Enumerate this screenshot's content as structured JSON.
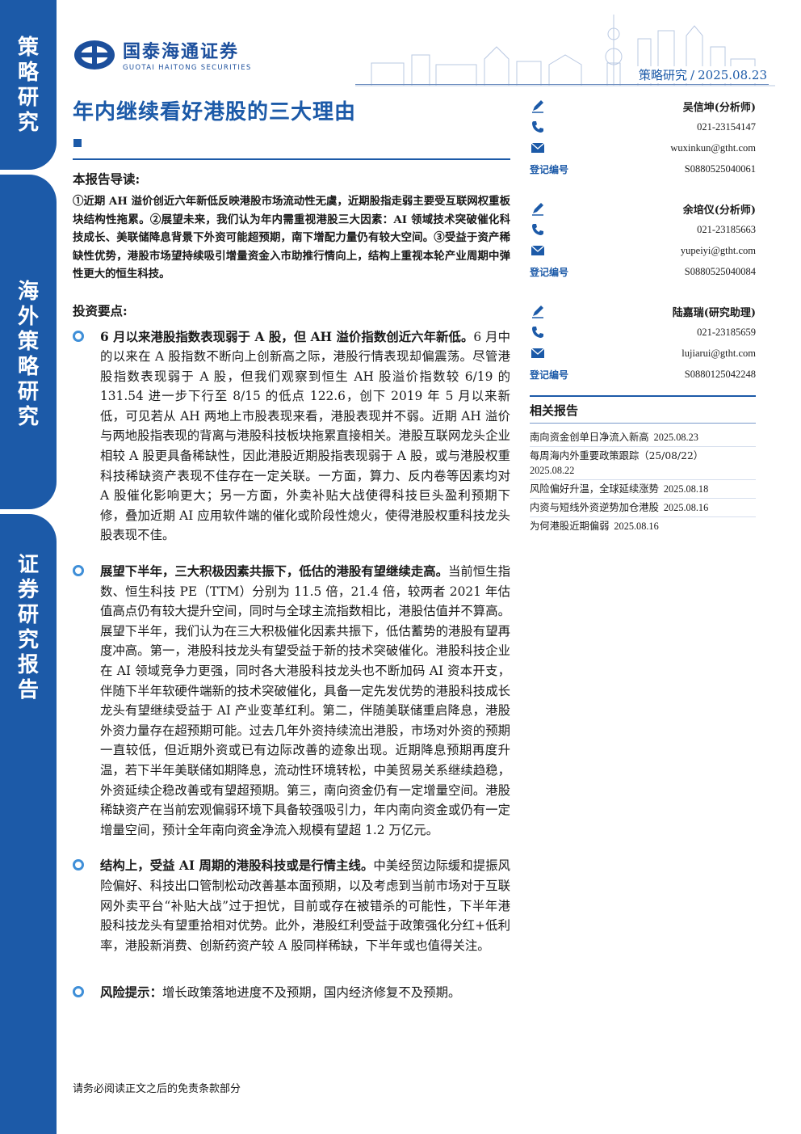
{
  "sidebar": {
    "tab1": "策略研究",
    "tab2": "海外策略研究",
    "tab3": "证券研究报告"
  },
  "logo": {
    "cn": "国泰海通证券",
    "en": "GUOTAI HAITONG SECURITIES"
  },
  "header": {
    "category": "策略研究",
    "date": "2025.08.23"
  },
  "title": "年内继续看好港股的三大理由",
  "intro": {
    "heading": "本报告导读:",
    "text": "①近期 AH 溢价创近六年新低反映港股市场流动性无虞，近期股指走弱主要受互联网权重板块结构性拖累。②展望未来，我们认为年内需重视港股三大因素：AI 领域技术突破催化科技成长、美联储降息背景下外资可能超预期，南下增配力量仍有较大空间。③受益于资产稀缺性优势，港股市场望持续吸引增量资金入市助推行情向上，结构上重视本轮产业周期中弹性更大的恒生科技。"
  },
  "investment": {
    "heading": "投资要点:",
    "points": [
      {
        "lead": "6 月以来港股指数表现弱于 A 股，但 AH 溢价指数创近六年新低。",
        "text": "6 月中的以来在 A 股指数不断向上创新高之际，港股行情表现却偏震荡。尽管港股指数表现弱于 A 股，但我们观察到恒生 AH 股溢价指数较 6/19 的 131.54 进一步下行至 8/15 的低点 122.6，创下 2019 年 5 月以来新低，可见若从 AH 两地上市股表现来看，港股表现并不弱。近期 AH 溢价与两地股指表现的背离与港股科技板块拖累直接相关。港股互联网龙头企业相较 A 股更具备稀缺性，因此港股近期股指表现弱于 A 股，或与港股权重科技稀缺资产表现不佳存在一定关联。一方面，算力、反内卷等因素均对 A 股催化影响更大；另一方面，外卖补贴大战使得科技巨头盈利预期下修，叠加近期 AI 应用软件端的催化或阶段性熄火，使得港股权重科技龙头股表现不佳。"
      },
      {
        "lead": "展望下半年，三大积极因素共振下，低估的港股有望继续走高。",
        "text": "当前恒生指数、恒生科技 PE（TTM）分别为 11.5 倍，21.4 倍，较两者 2021 年估值高点仍有较大提升空间，同时与全球主流指数相比，港股估值并不算高。展望下半年，我们认为在三大积极催化因素共振下，低估蓄势的港股有望再度冲高。第一，港股科技龙头有望受益于新的技术突破催化。港股科技企业在 AI 领域竞争力更强，同时各大港股科技龙头也不断加码 AI 资本开支，伴随下半年软硬件端新的技术突破催化，具备一定先发优势的港股科技成长龙头有望继续受益于 AI 产业变革红利。第二，伴随美联储重启降息，港股外资力量存在超预期可能。过去几年外资持续流出港股，市场对外资的预期一直较低，但近期外资或已有边际改善的迹象出现。近期降息预期再度升温，若下半年美联储如期降息，流动性环境转松，中美贸易关系继续趋稳，外资延续企稳改善或有望超预期。第三，南向资金仍有一定增量空间。港股稀缺资产在当前宏观偏弱环境下具备较强吸引力，年内南向资金或仍有一定增量空间，预计全年南向资金净流入规模有望超 1.2 万亿元。"
      },
      {
        "lead": "结构上，受益 AI 周期的港股科技或是行情主线。",
        "text": "中美经贸边际缓和提振风险偏好、科技出口管制松动改善基本面预期，以及考虑到当前市场对于互联网外卖平台“补贴大战”过于担忧，目前或存在被错杀的可能性，下半年港股科技龙头有望重拾相对优势。此外，港股红利受益于政策强化分红+低利率，港股新消费、创新药资产较 A 股同样稀缺，下半年或也值得关注。"
      },
      {
        "lead": "风险提示：",
        "text": "增长政策落地进度不及预期，国内经济修复不及预期。"
      }
    ]
  },
  "analysts": [
    {
      "name": "吴信坤(分析师)",
      "phone": "021-23154147",
      "email": "wuxinkun@gtht.com",
      "reg_label": "登记编号",
      "reg": "S0880525040061"
    },
    {
      "name": "余培仪(分析师)",
      "phone": "021-23185663",
      "email": "yupeiyi@gtht.com",
      "reg_label": "登记编号",
      "reg": "S0880525040084"
    },
    {
      "name": "陆嘉瑞(研究助理)",
      "phone": "021-23185659",
      "email": "lujiarui@gtht.com",
      "reg_label": "登记编号",
      "reg": "S0880125042248"
    }
  ],
  "related": {
    "heading": "相关报告",
    "items": [
      {
        "title": "南向资金创单日净流入新高",
        "date": "2025.08.23"
      },
      {
        "title": "每周海内外重要政策跟踪（25/08/22）",
        "date": "2025.08.22"
      },
      {
        "title": "风险偏好升温，全球延续涨势",
        "date": "2025.08.18"
      },
      {
        "title": "内资与短线外资逆势加仓港股",
        "date": "2025.08.16"
      },
      {
        "title": "为何港股近期偏弱",
        "date": "2025.08.16"
      }
    ]
  },
  "footer": "请务必阅读正文之后的免责条款部分",
  "colors": {
    "brand": "#1c5aa8",
    "logo": "#1c4f9c"
  },
  "icons": [
    "pen-icon",
    "phone-icon",
    "mail-icon",
    "bullet-icon",
    "logo-mark"
  ]
}
